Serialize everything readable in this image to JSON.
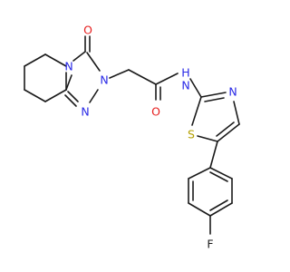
{
  "structure": {
    "atoms": {
      "o_carbonyl_top": "O",
      "n_triazole_bridge": "N",
      "n_triazole_2": "N",
      "n_triazole_3": "N",
      "o_amide": "O",
      "n_amide": "N",
      "h_amide": "H",
      "n_thiazole": "N",
      "s_thiazole": "S",
      "f_phenyl": "F"
    }
  },
  "colors": {
    "bond": "#1a1a1a",
    "nitrogen": "#2828e6",
    "oxygen": "#e61e1e",
    "sulfur": "#b4a000",
    "fluorine": "#1a1a1a"
  }
}
